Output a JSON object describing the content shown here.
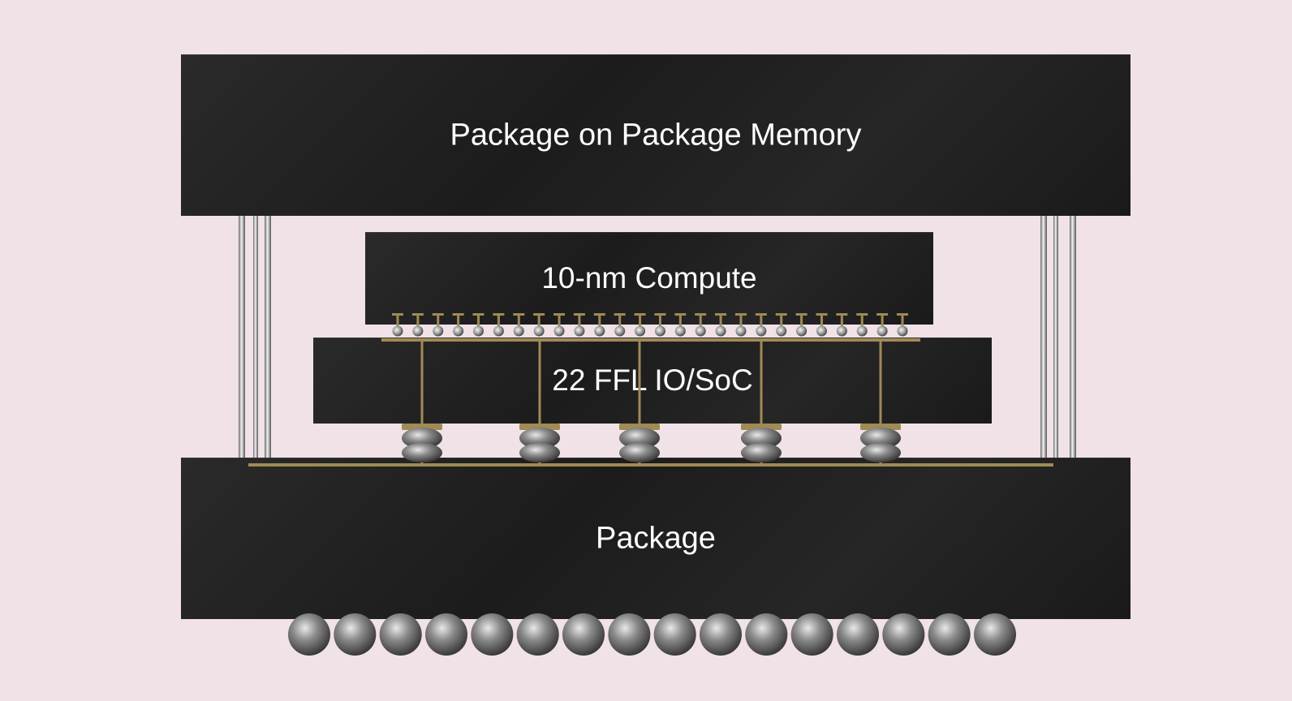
{
  "layers": {
    "pop_memory": "Package on Package Memory",
    "compute": "10-nm Compute",
    "io_soc": "22 FFL IO/SoC",
    "package": "Package"
  },
  "colors": {
    "background": "#f0e2e7",
    "die": "#222222",
    "trace": "#a08a55",
    "label": "#ffffff"
  }
}
